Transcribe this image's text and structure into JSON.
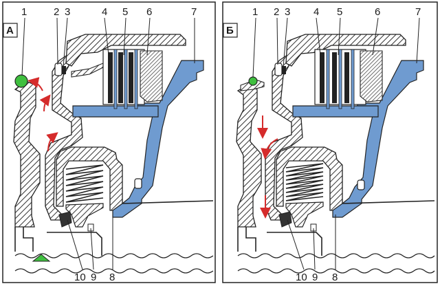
{
  "panels": [
    {
      "letter": "А",
      "callouts_top": [
        "1",
        "2",
        "3",
        "4",
        "5",
        "6",
        "7"
      ],
      "callouts_bottom": [
        "10",
        "9",
        "8"
      ]
    },
    {
      "letter": "Б",
      "callouts_top": [
        "1",
        "2",
        "3",
        "4",
        "5",
        "6",
        "7"
      ],
      "callouts_bottom": [
        "10",
        "9",
        "8"
      ]
    }
  ],
  "colors": {
    "part_blue": "#6f9bd0",
    "ball_green": "#3fbf3f",
    "flow_red": "#d52b2b",
    "hatch": "#333333",
    "triangle_green": "#3fbf3f"
  }
}
